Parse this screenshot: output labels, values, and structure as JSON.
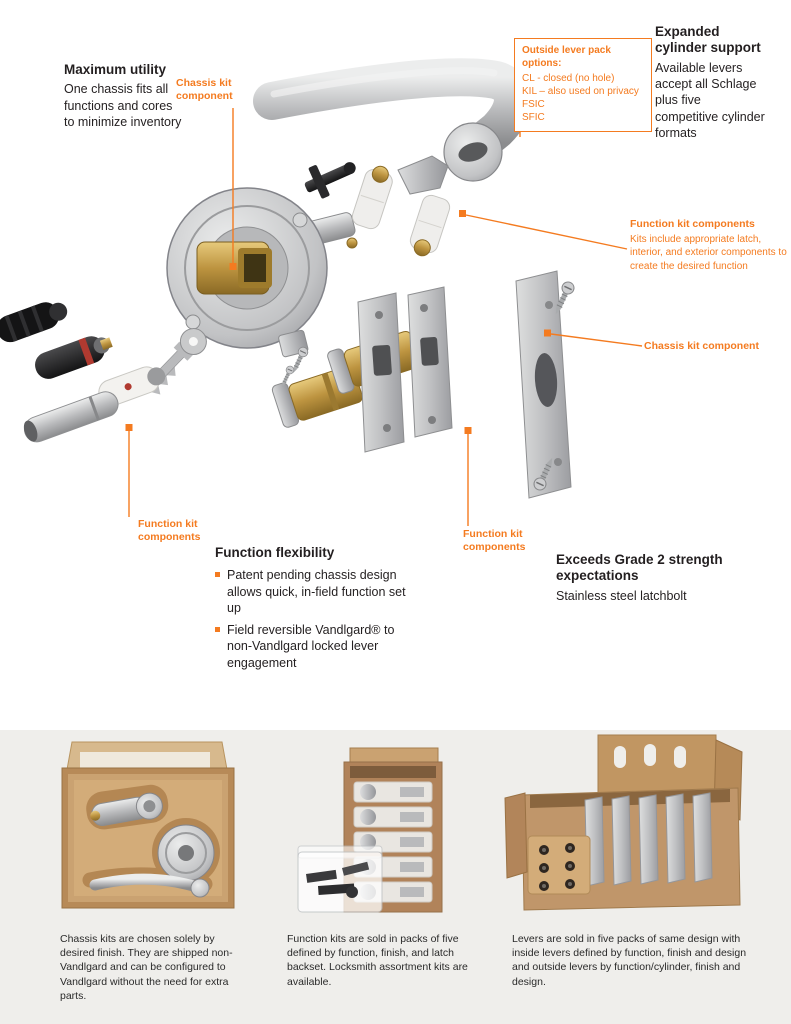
{
  "colors": {
    "accent": "#f47b20",
    "text": "#231f20",
    "band": "#efeeeb"
  },
  "annotations": {
    "maximum_utility": {
      "title": "Maximum utility",
      "body": "One chassis fits all functions and cores to minimize inventory"
    },
    "chassis_kit_top": {
      "label": "Chassis kit component"
    },
    "lever_pack": {
      "title": "Outside lever pack options:",
      "options": [
        "CL - closed (no hole)",
        "KIL – also used on privacy",
        "FSIC",
        "SFIC"
      ]
    },
    "expanded_cylinder": {
      "title": "Expanded cylinder support",
      "body": "Available levers accept all Schlage plus five competitive cylinder formats"
    },
    "function_kit_right": {
      "title": "Function kit components",
      "body": "Kits include appropriate latch, interior, and exterior components to create the desired function"
    },
    "chassis_kit_right": {
      "label": "Chassis kit component"
    },
    "function_kit_left": {
      "label": "Function kit components"
    },
    "function_kit_center": {
      "label": "Function kit components"
    },
    "function_flexibility": {
      "title": "Function flexibility",
      "bullets": [
        "Patent pending chassis design allows quick, in-field function set up",
        "Field reversible Vandlgard® to non-Vandlgard locked lever engagement"
      ]
    },
    "grade2": {
      "title": "Exceeds Grade 2 strength expectations",
      "body": "Stainless steel latchbolt"
    }
  },
  "packaging": {
    "captions": [
      "Chassis kits are chosen solely by desired finish. They are shipped non-Vandlgard and can be configured to Vandlgard without the need for extra parts.",
      "Function kits are sold in packs of five defined by function, finish, and latch backset. Locksmith assortment kits are available.",
      "Levers are sold in five packs of same design with inside levers defined by function, finish and design and outside levers by function/cylinder, finish and design."
    ]
  }
}
